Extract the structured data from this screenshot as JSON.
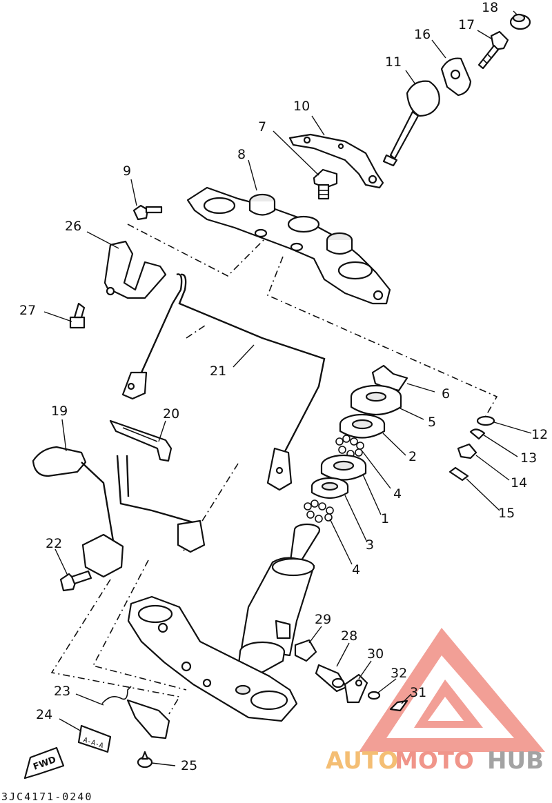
{
  "callouts": {
    "c1": "1",
    "c2": "2",
    "c3": "3",
    "c4a": "4",
    "c4b": "4",
    "c5": "5",
    "c6": "6",
    "c7": "7",
    "c8": "8",
    "c9": "9",
    "c10": "10",
    "c11": "11",
    "c12": "12",
    "c13": "13",
    "c14": "14",
    "c15": "15",
    "c16": "16",
    "c17": "17",
    "c18": "18",
    "c19": "19",
    "c20": "20",
    "c21": "21",
    "c22": "22",
    "c23": "23",
    "c24": "24",
    "c25": "25",
    "c26": "26",
    "c27": "27",
    "c28": "28",
    "c29": "29",
    "c30": "30",
    "c31": "31",
    "c32": "32"
  },
  "labels": {
    "fwd": "FWD",
    "emblem": "A-A-A",
    "drawing_code": "3JC4171-0240"
  },
  "watermark": {
    "part_auto": "AUTO",
    "part_moto": "MOTO",
    "part_hub": "HUB",
    "colors": {
      "auto": "#f3b766",
      "moto": "#ef8a7e",
      "hub": "#9a9a9a",
      "triangle": "#ef8177"
    }
  }
}
